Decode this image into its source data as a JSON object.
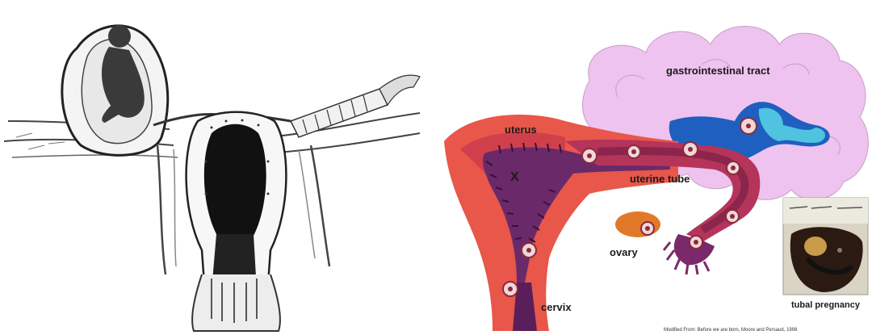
{
  "left_figure": {
    "description_labels": []
  },
  "right_figure": {
    "labels": {
      "gi_tract": "gastrointestinal tract",
      "uterus": "uterus",
      "x_mark": "X",
      "uterine_tube": "uterine tube",
      "ovary": "ovary",
      "cervix": "cervix",
      "tubal_pregnancy": "tubal pregnancy"
    },
    "credit": "Modified From: Before we are born, Moore and Persaud, 1998",
    "colors": {
      "gi": "#efc3ef",
      "uterus_outer": "#e8574a",
      "uterus_inner": "#6a2a6a",
      "blue_cavity": "#1f5fbf",
      "cyan": "#4fc3e0",
      "ovary": "#e07a2a"
    }
  }
}
